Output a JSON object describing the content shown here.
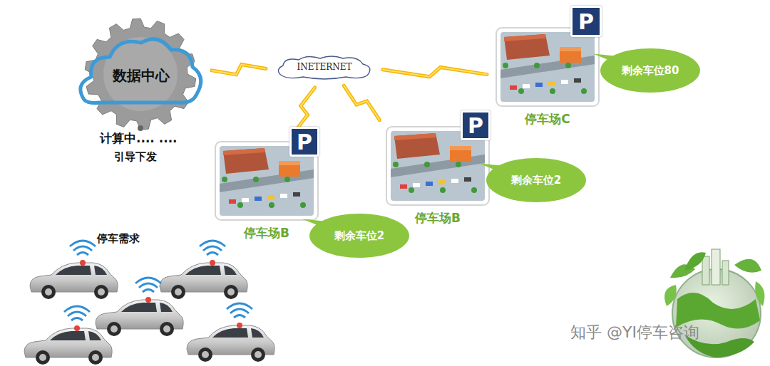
{
  "diagram": {
    "nodes": [
      {
        "text": [
          "数据中心"
        ]
      },
      {
        "text": [
          "INETERNET"
        ]
      },
      {
        "text": [
          "停车场C"
        ]
      },
      {
        "text": [
          "P"
        ]
      },
      {
        "text": [
          "剩余车位80"
        ]
      },
      {
        "text": [
          "停车场B"
        ]
      },
      {
        "text": [
          "P"
        ]
      },
      {
        "text": [
          "剩余车位2"
        ]
      },
      {
        "text": [
          "停车场B"
        ]
      },
      {
        "text": [
          "P"
        ]
      },
      {
        "text": [
          "剩余车位2"
        ]
      }
    ],
    "edges": [
      {
        "from": 0,
        "to": 1,
        "arrow": "none"
      },
      {
        "from": 1,
        "to": 8,
        "arrow": "none"
      },
      {
        "from": 1,
        "to": 5,
        "arrow": "none"
      },
      {
        "from": 1,
        "to": 2,
        "arrow": "none"
      }
    ],
    "labels": [
      "计算中.... ....",
      "引导下发",
      "停车需求",
      "知乎 @YI停车咨询"
    ]
  }
}
